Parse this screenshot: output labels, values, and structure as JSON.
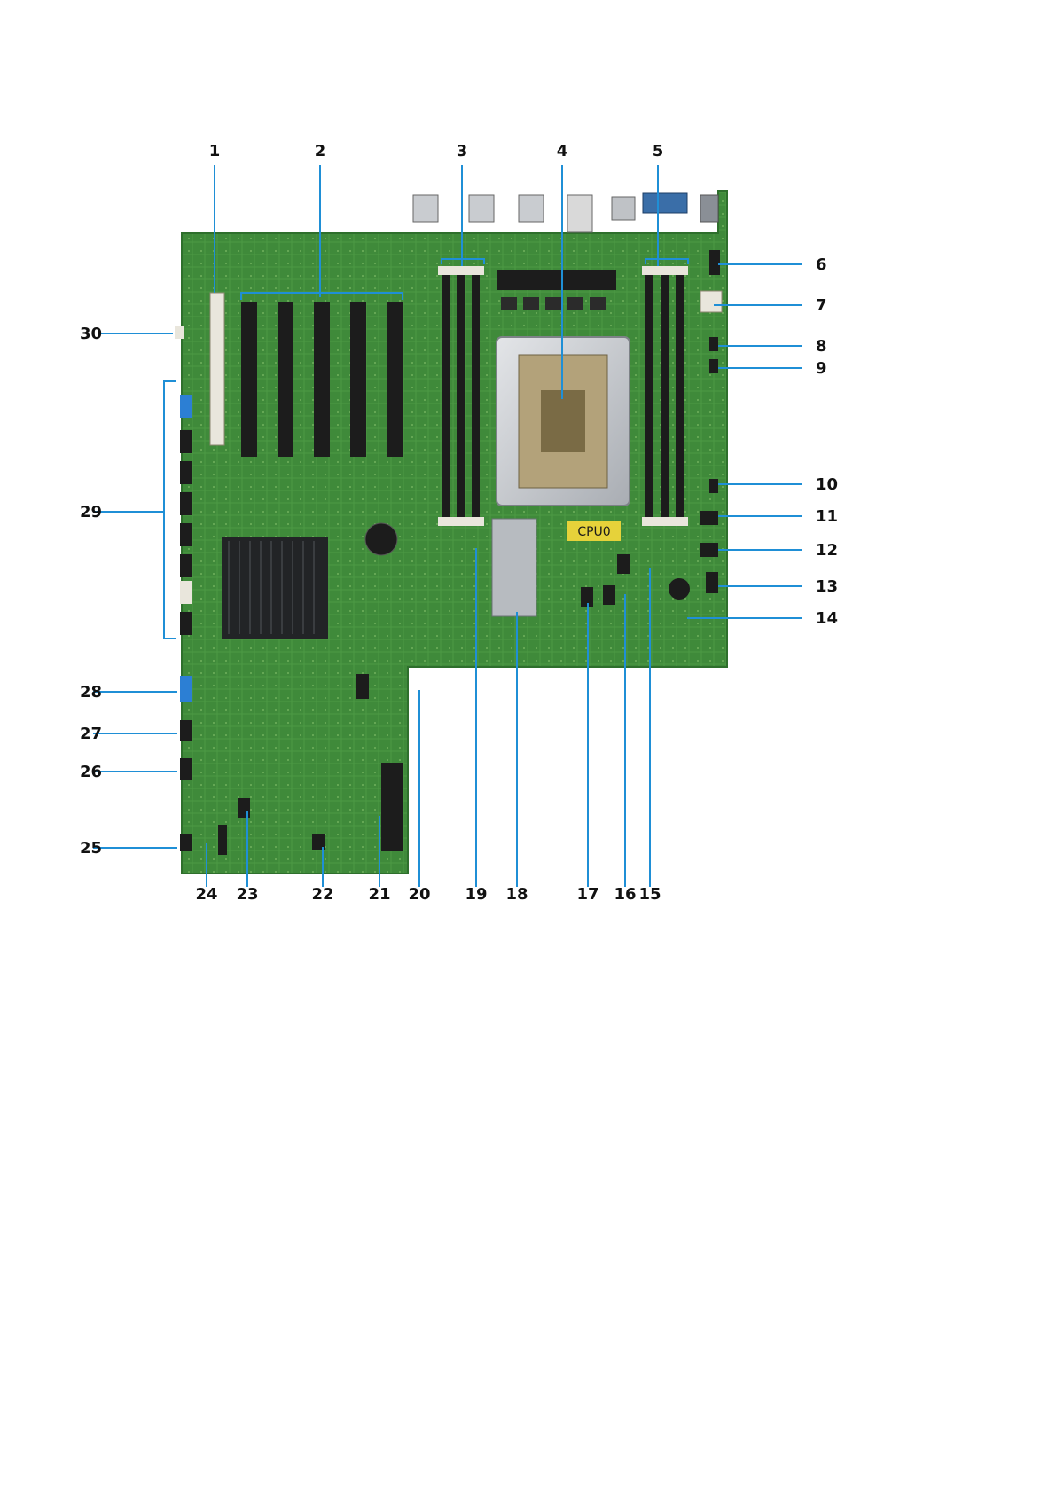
{
  "figure": {
    "socket_marking": "CPU0",
    "callouts": [
      "1",
      "2",
      "3",
      "4",
      "5",
      "6",
      "7",
      "8",
      "9",
      "10",
      "11",
      "12",
      "13",
      "14",
      "15",
      "16",
      "17",
      "18",
      "19",
      "20",
      "21",
      "22",
      "23",
      "24",
      "25",
      "26",
      "27",
      "28",
      "29",
      "30"
    ]
  },
  "colors": {
    "pcb": "#3f8a3a",
    "pcb_dark": "#2e6f2c",
    "pcb_light": "#5fa24f",
    "slot_black": "#1c1c1c",
    "slot_white": "#e9e6dc",
    "socket_silver": "#c9ccd0",
    "heatsink": "#222426",
    "leader_blue": "#1f8fd6",
    "sata_blue": "#2c7fd4",
    "label_text": "#111111"
  }
}
